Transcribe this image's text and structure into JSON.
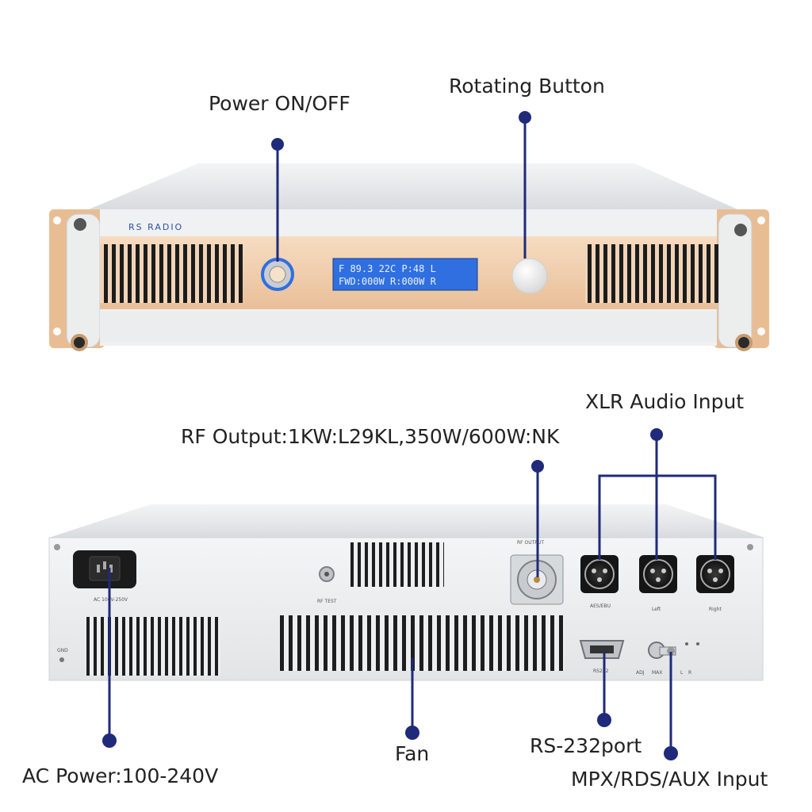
{
  "callouts": {
    "power_switch": "Power ON/OFF",
    "rotating_button": "Rotating Button",
    "xlr_audio": "XLR Audio Input",
    "rf_output": "RF Output:1KW:L29KL,350W/600W:NK",
    "ac_power": "AC Power:100-240V",
    "fan": "Fan",
    "rs232": "RS-232port",
    "mpx": "MPX/RDS/AUX Input"
  },
  "front_panel": {
    "brand": "RS RADIO",
    "lcd_line1": "F 89.3 22C P:48 L",
    "lcd_line2": "FWD:000W R:000W R"
  },
  "rear_panel": {
    "ac_label": "AC 100V-250V",
    "gnd": "GND",
    "rf_test": "RF TEST",
    "rf_output": "RF OUTPUT",
    "aes": "AES/EBU",
    "left": "Left",
    "right": "Right",
    "rs232_small": "RS232",
    "adj": "ADJ",
    "max": "MAX",
    "l": "L",
    "r": "R"
  },
  "colors": {
    "marker": "#1f2a7a",
    "panel_gold": "#efc9a6",
    "chassis": "#e6e8ea",
    "lcd": "#2f6fe0"
  }
}
